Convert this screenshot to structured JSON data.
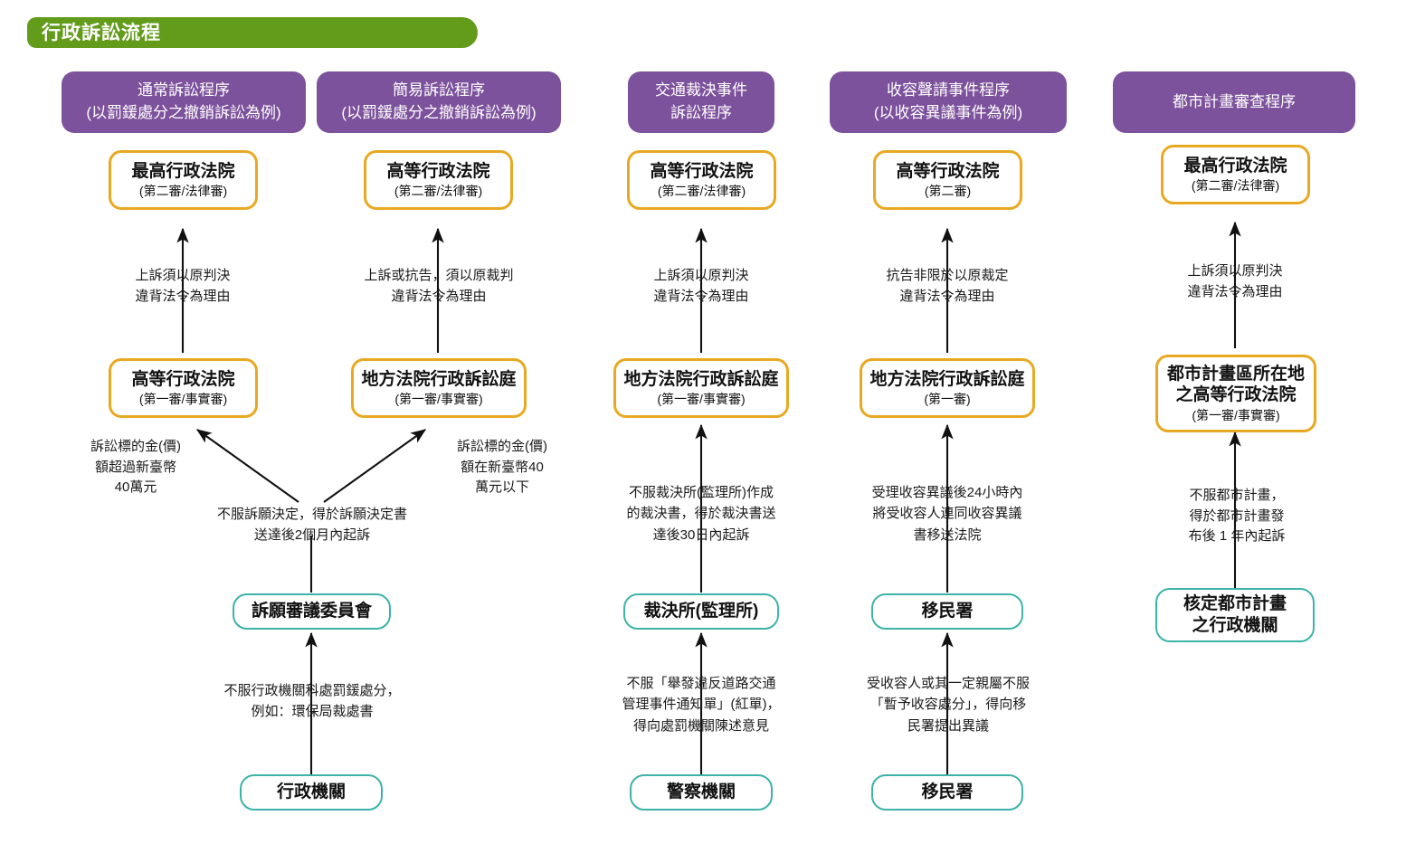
{
  "title": {
    "text": "行政訴訟流程"
  },
  "palette": {
    "banner_green": "#639b1b",
    "header_purple": "#7d529c",
    "court_gold": "#e8a922",
    "agency_teal": "#3db3a8",
    "text_dark": "#1a1a1a"
  },
  "columns": [
    {
      "id": "ordinary",
      "header": [
        "通常訴訟程序",
        "(以罰鍰處分之撤銷訴訟為例)"
      ],
      "nodes": {
        "second_instance": {
          "main": "最高行政法院",
          "sub": "(第二審/法律審)"
        },
        "first_instance": {
          "main": "高等行政法院",
          "sub": "(第一審/事實審)"
        },
        "review_body": {
          "main": "訴願審議委員會"
        },
        "origin": {
          "main": "行政機關"
        }
      },
      "edges": {
        "appeal_reason": [
          "上訴須以原判決",
          "違背法令為理由"
        ],
        "threshold": [
          "訴訟標的金(價)",
          "額超過新臺幣",
          "40萬元"
        ],
        "petition_deadline": [
          "不服訴願決定，得於訴願決定書",
          "送達後2個月內起訴"
        ],
        "origin_reason": [
          "不服行政機關科處罰鍰處分，",
          "例如：環保局裁處書"
        ]
      }
    },
    {
      "id": "simplified",
      "header": [
        "簡易訴訟程序",
        "(以罰鍰處分之撤銷訴訟為例)"
      ],
      "nodes": {
        "second_instance": {
          "main": "高等行政法院",
          "sub": "(第二審/法律審)"
        },
        "first_instance": {
          "main": "地方法院行政訴訟庭",
          "sub": "(第一審/事實審)"
        }
      },
      "edges": {
        "appeal_reason": [
          "上訴或抗告，須以原裁判",
          "違背法令為理由"
        ],
        "threshold": [
          "訴訟標的金(價)",
          "額在新臺幣40",
          "萬元以下"
        ]
      }
    },
    {
      "id": "traffic",
      "header": [
        "交通裁決事件",
        "訴訟程序"
      ],
      "nodes": {
        "second_instance": {
          "main": "高等行政法院",
          "sub": "(第二審/法律審)"
        },
        "first_instance": {
          "main": "地方法院行政訴訟庭",
          "sub": "(第一審/事實審)"
        },
        "review_body": {
          "main": "裁決所(監理所)"
        },
        "origin": {
          "main": "警察機關"
        }
      },
      "edges": {
        "appeal_reason": [
          "上訴須以原判決",
          "違背法令為理由"
        ],
        "filing_deadline": [
          "不服裁決所(監理所)作成",
          "的裁決書，得於裁決書送",
          "達後30日內起訴"
        ],
        "origin_reason": [
          "不服「舉發違反道路交通",
          "管理事件通知單」(紅單)，",
          "得向處罰機關陳述意見"
        ]
      }
    },
    {
      "id": "detention",
      "header": [
        "收容聲請事件程序",
        "(以收容異議事件為例)"
      ],
      "nodes": {
        "second_instance": {
          "main": "高等行政法院",
          "sub": "(第二審)"
        },
        "first_instance": {
          "main": "地方法院行政訴訟庭",
          "sub": "(第一審)"
        },
        "review_body": {
          "main": "移民署"
        },
        "origin": {
          "main": "移民署"
        }
      },
      "edges": {
        "appeal_reason": [
          "抗告非限於以原裁定",
          "違背法令為理由"
        ],
        "filing_deadline": [
          "受理收容異議後24小時內",
          "將受收容人連同收容異議",
          "書移送法院"
        ],
        "origin_reason": [
          "受收容人或其一定親屬不服",
          "「暫予收容處分」，得向移",
          "民署提出異議"
        ]
      }
    },
    {
      "id": "urban-plan",
      "header": [
        "都市計畫審查程序"
      ],
      "nodes": {
        "second_instance": {
          "main": "最高行政法院",
          "sub": "(第二審/法律審)"
        },
        "first_instance": {
          "main_line1": "都市計畫區所在地",
          "main_line2": "之高等行政法院",
          "sub": "(第一審/事實審)"
        },
        "origin": {
          "main_line1": "核定都市計畫",
          "main_line2": "之行政機關"
        }
      },
      "edges": {
        "appeal_reason": [
          "上訴須以原判決",
          "違背法令為理由"
        ],
        "filing_deadline": [
          "不服都市計畫，",
          "得於都市計畫發",
          "布後 1 年內起訴"
        ]
      }
    }
  ]
}
